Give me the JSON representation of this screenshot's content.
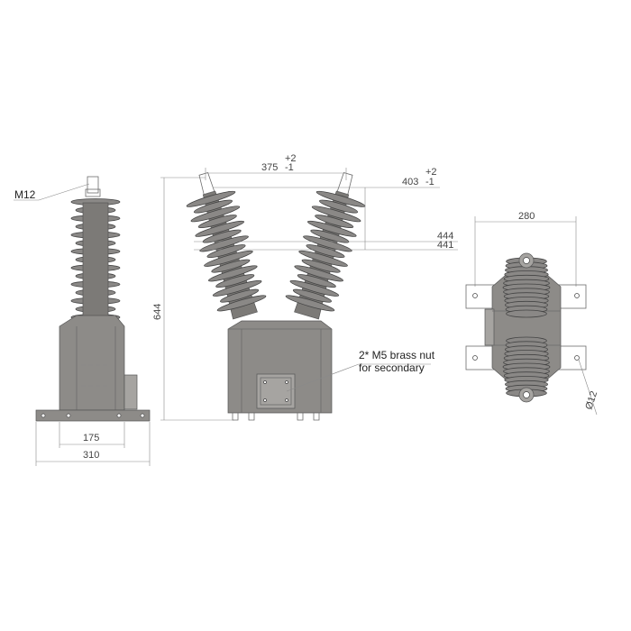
{
  "labels": {
    "thread": "M12",
    "height": "644",
    "width_inner": "175",
    "width_outer": "310",
    "top_width": "375",
    "top_width_tol_upper": "+2",
    "top_width_tol_lower": "-1",
    "outer_width": "403",
    "outer_width_tol_upper": "+2",
    "outer_width_tol_lower": "-1",
    "stack_upper": "444",
    "stack_lower": "441",
    "base_width": "280",
    "hole_dia": "Ø12",
    "note_line1": "2* M5 brass nut",
    "note_line2": "for secondary"
  },
  "colors": {
    "body": "#8d8b88",
    "line": "#6b6b6b"
  }
}
